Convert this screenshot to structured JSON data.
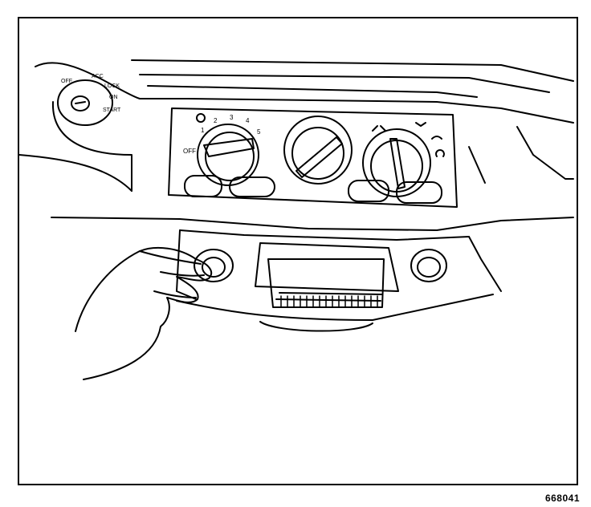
{
  "figure": {
    "code": "668041"
  },
  "ignition_switch": {
    "marks": [
      "OFF",
      "ACC",
      "LOCK",
      "ON",
      "START"
    ]
  },
  "hvac_panel": {
    "fan_knob_marks": [
      "OFF",
      "1",
      "2",
      "3",
      "4",
      "5"
    ]
  },
  "colors": {
    "ink": "#000000",
    "paper": "#ffffff"
  },
  "icons": [
    "fan-icon",
    "defrost-icon",
    "vent-icon",
    "floor-icon",
    "recirculation-icon",
    "hand"
  ]
}
